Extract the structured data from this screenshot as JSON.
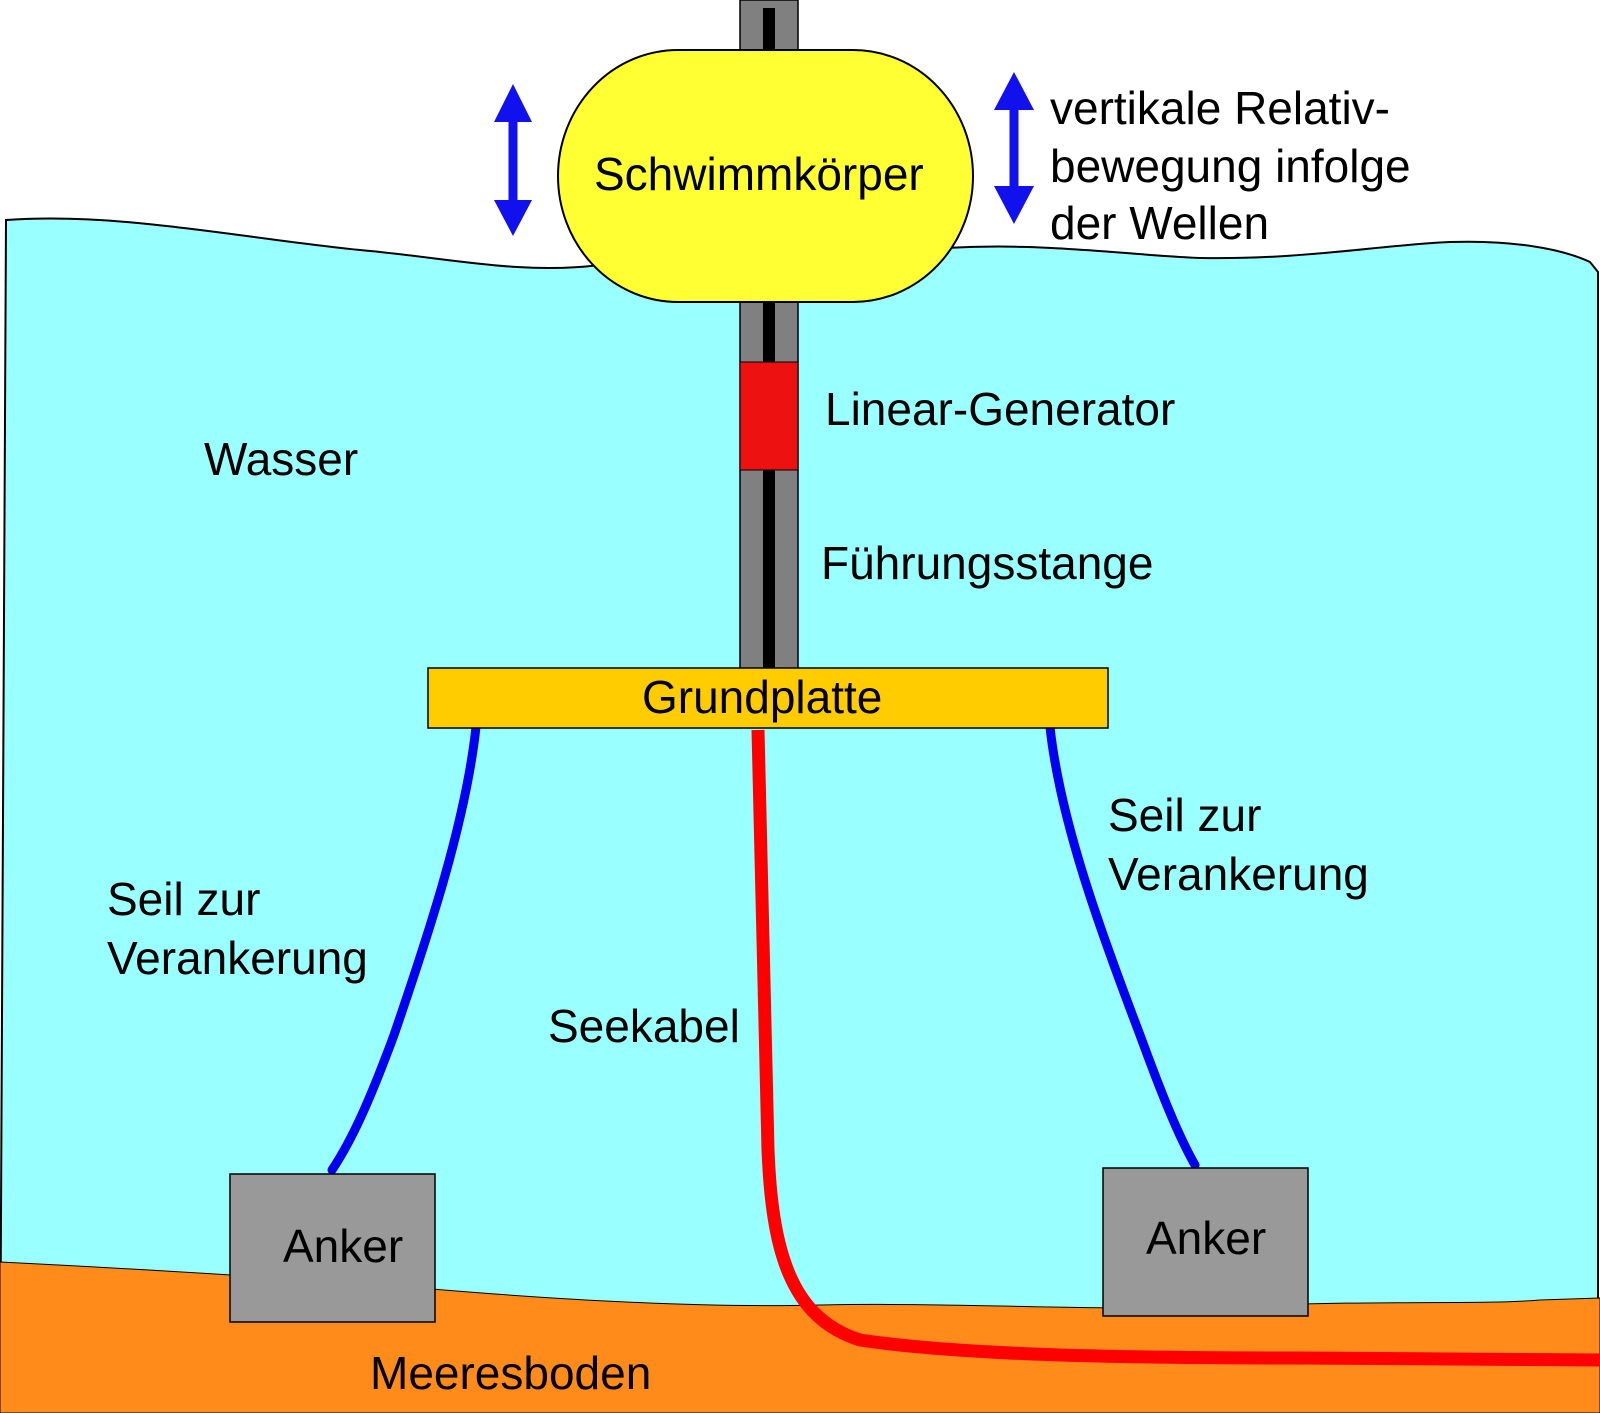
{
  "labels": {
    "float": "Schwimmkörper",
    "motion_line1": "vertikale Relativ-",
    "motion_line2": "bewegung infolge",
    "motion_line3": "der Wellen",
    "generator": "Linear-Generator",
    "water": "Wasser",
    "guide_rod": "Führungsstange",
    "base_plate": "Grundplatte",
    "rope_left_line1": "Seil zur",
    "rope_left_line2": "Verankerung",
    "rope_right_line1": "Seil zur",
    "rope_right_line2": "Verankerung",
    "cable": "Seekabel",
    "anchor_left": "Anker",
    "anchor_right": "Anker",
    "seabed": "Meeresboden"
  },
  "colors": {
    "water": "#99ffff",
    "seabed": "#ff8c1a",
    "float": "#ffff33",
    "generator": "#ee1111",
    "rod_outer": "#808080",
    "rod_core": "#000000",
    "base_plate": "#ffcc00",
    "rope": "#0000ee",
    "cable": "#ff0000",
    "anchor": "#999999",
    "arrow": "#1111ee"
  }
}
